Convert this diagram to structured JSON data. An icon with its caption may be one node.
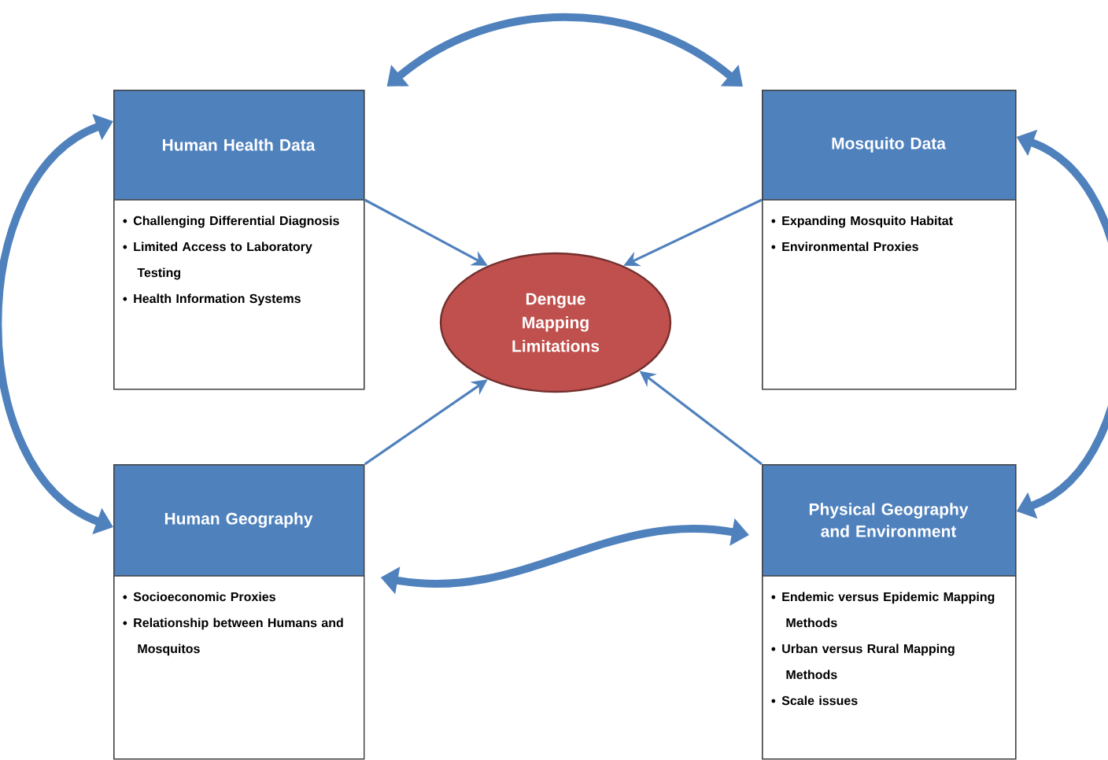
{
  "diagram": {
    "nodes": [
      {
        "text": [
          "Human Health Data",
          "Challenging Differential Diagnosis",
          "Limited Access to Laboratory Testing",
          "Health Information Systems"
        ]
      },
      {
        "text": [
          "Mosquito Data",
          "Expanding Mosquito Habitat",
          "Environmental Proxies"
        ]
      },
      {
        "text": [
          "Human Geography",
          "Socioeconomic Proxies",
          "Relationship between Humans and Mosquitos"
        ]
      },
      {
        "text": [
          "Physical Geography and Environment",
          "Endemic versus Epidemic Mapping Methods",
          "Urban versus Rural Mapping Methods",
          "Scale issues"
        ]
      },
      {
        "text": [
          "Dengue Mapping Limitations"
        ]
      }
    ],
    "edges": [
      {
        "from": 0,
        "to": 4,
        "arrow": "to"
      },
      {
        "from": 1,
        "to": 4,
        "arrow": "to"
      },
      {
        "from": 2,
        "to": 4,
        "arrow": "to"
      },
      {
        "from": 3,
        "to": 4,
        "arrow": "to"
      },
      {
        "from": 0,
        "to": 1,
        "arrow": "both",
        "style": "thick"
      },
      {
        "from": 0,
        "to": 2,
        "arrow": "both",
        "style": "thick"
      },
      {
        "from": 1,
        "to": 3,
        "arrow": "both",
        "style": "thick"
      },
      {
        "from": 2,
        "to": 3,
        "arrow": "both",
        "style": "thick"
      }
    ]
  }
}
